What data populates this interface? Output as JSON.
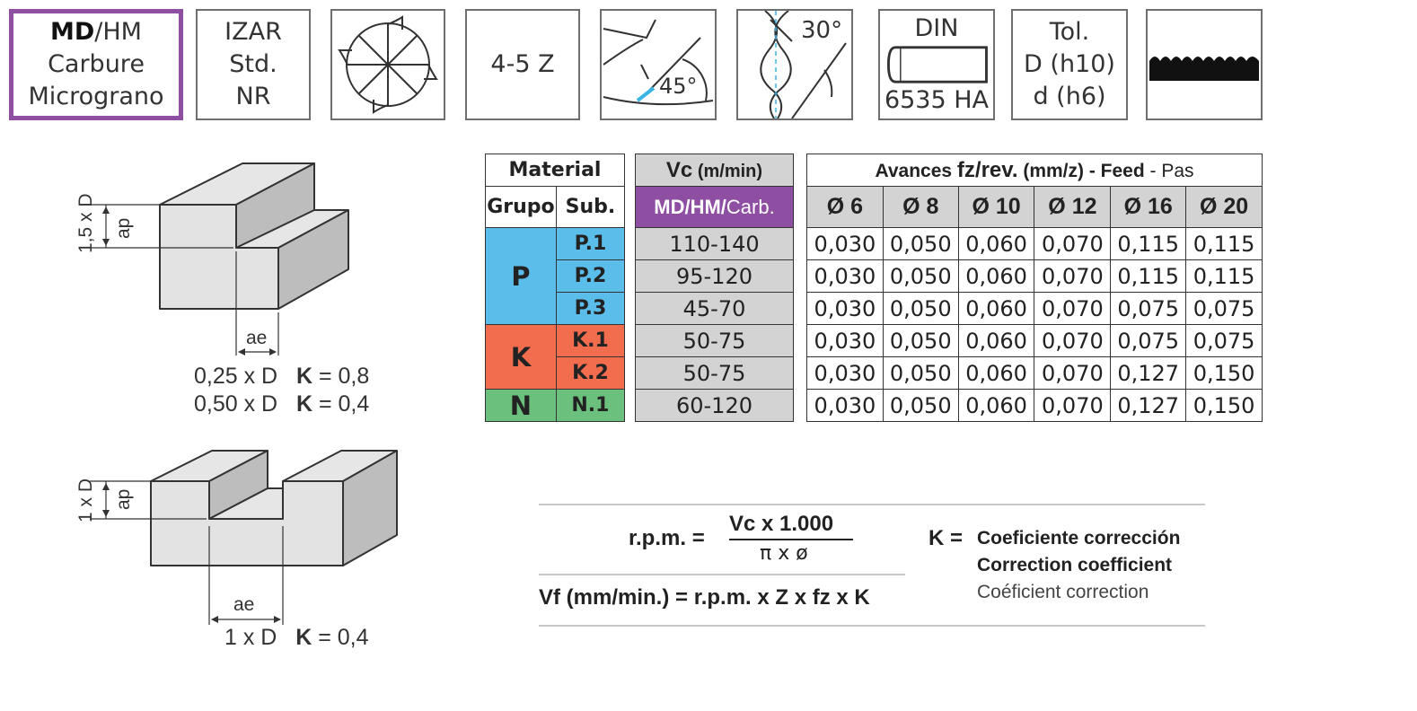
{
  "icons": {
    "material": {
      "bold": "MD",
      "rest": "/HM",
      "line2": "Carbure",
      "line3": "Micrograno"
    },
    "brand": {
      "line1": "IZAR",
      "line2": "Std.",
      "line3": "NR"
    },
    "teeth": {
      "label": "4-5 Z"
    },
    "angle45": {
      "label": "45°"
    },
    "helix30": {
      "label": "30°"
    },
    "din": {
      "top": "DIN",
      "bottom": "6535 HA"
    },
    "tolerance": {
      "line1": "Tol.",
      "line2": "D (h10)",
      "line3": "d (h6)"
    }
  },
  "diagram1": {
    "side_label": "1,5 x D",
    "ap_label": "ap",
    "ae_label": "ae",
    "k_line1": {
      "width": "0,25 x D",
      "k": "K",
      "val": "= 0,8"
    },
    "k_line2": {
      "width": "0,50 x D",
      "k": "K",
      "val": "= 0,4"
    }
  },
  "diagram2": {
    "side_label": "1 x D",
    "ap_label": "ap",
    "ae_label": "ae",
    "k_line1": {
      "width": "1 x D",
      "k": "K",
      "val": "= 0,4"
    }
  },
  "material_table": {
    "header": "Material",
    "col_group": "Grupo",
    "col_sub": "Sub.",
    "groups": [
      {
        "name": "P",
        "color": "#5bbdea",
        "subs": [
          "P.1",
          "P.2",
          "P.3"
        ]
      },
      {
        "name": "K",
        "color": "#f26d4d",
        "subs": [
          "K.1",
          "K.2"
        ]
      },
      {
        "name": "N",
        "color": "#6cc07d",
        "subs": [
          "N.1"
        ]
      }
    ]
  },
  "vc_table": {
    "header_bold": "Vc",
    "header_unit": " (m/min)",
    "sub_header": {
      "a": "MD/HM/",
      "b": "Carb."
    },
    "values": [
      "110-140",
      "95-120",
      "45-70",
      "50-75",
      "50-75",
      "60-120"
    ]
  },
  "feed_table": {
    "header": {
      "a": "Avances ",
      "b": "fz/rev.",
      "c": " (mm/z)",
      "d": " - Feed",
      "e": " - Pas"
    },
    "diameters": [
      "Ø 6",
      "Ø 8",
      "Ø 10",
      "Ø 12",
      "Ø 16",
      "Ø 20"
    ],
    "rows": [
      [
        "0,030",
        "0,050",
        "0,060",
        "0,070",
        "0,115",
        "0,115"
      ],
      [
        "0,030",
        "0,050",
        "0,060",
        "0,070",
        "0,115",
        "0,115"
      ],
      [
        "0,030",
        "0,050",
        "0,060",
        "0,070",
        "0,075",
        "0,075"
      ],
      [
        "0,030",
        "0,050",
        "0,060",
        "0,070",
        "0,075",
        "0,075"
      ],
      [
        "0,030",
        "0,050",
        "0,060",
        "0,070",
        "0,127",
        "0,150"
      ],
      [
        "0,030",
        "0,050",
        "0,060",
        "0,070",
        "0,127",
        "0,150"
      ]
    ]
  },
  "formula": {
    "rpm_label": "r.p.m. =",
    "rpm_numerator": "Vc x 1.000",
    "rpm_denominator": "π x ø",
    "vf": "Vf (mm/min.) = r.p.m. x Z x fz x K",
    "k_label": "K =",
    "k_es": "Coeficiente corrección",
    "k_en": "Correction coefficient",
    "k_fr": "Coéficient correction"
  },
  "colors": {
    "purple": "#8e4fa3",
    "gray": "#d3d3d3",
    "blue": "#5bbdea",
    "orange": "#f26d4d",
    "green": "#6cc07d"
  }
}
